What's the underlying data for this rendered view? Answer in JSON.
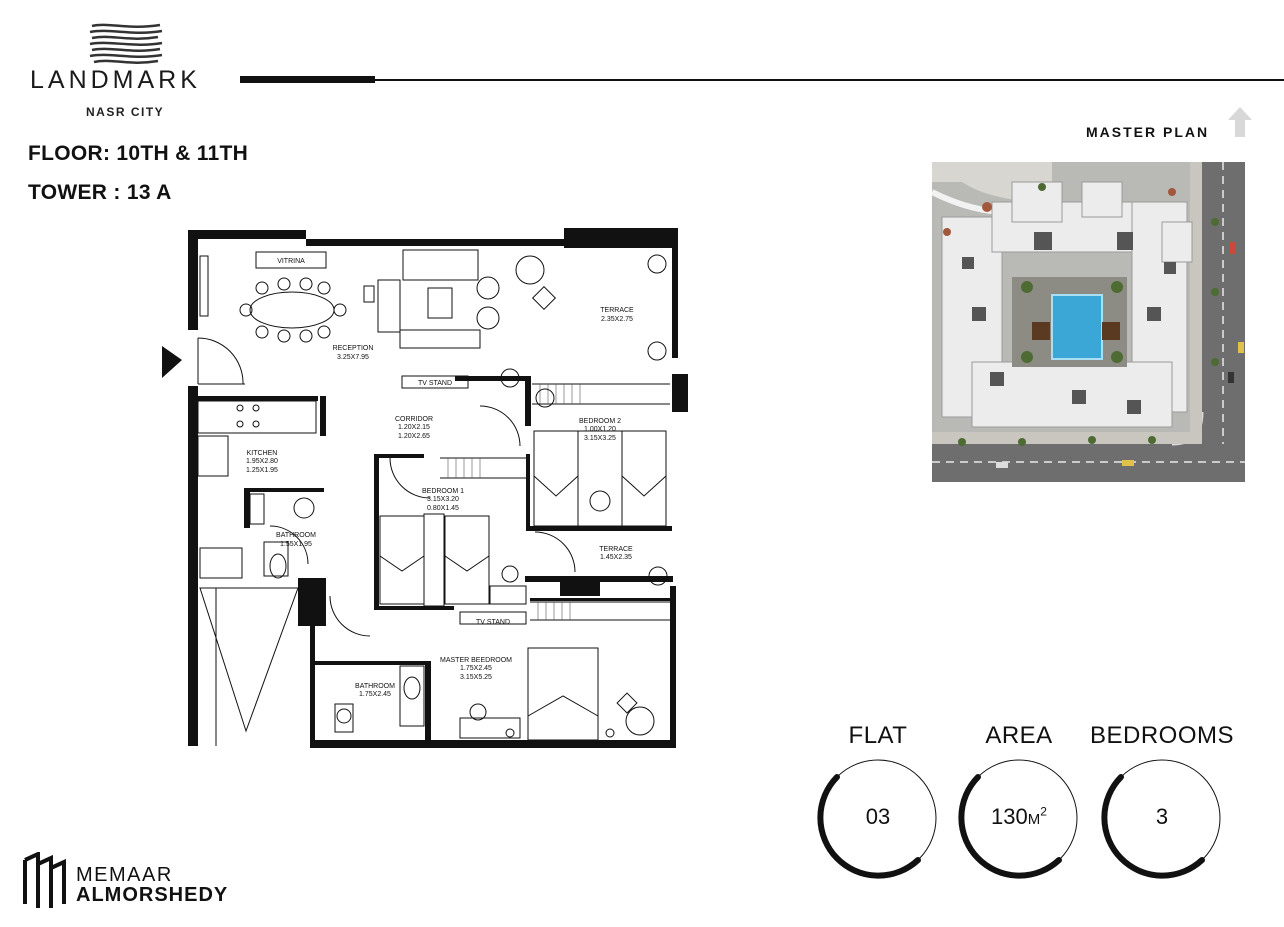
{
  "brand": {
    "name": "LANDMARK",
    "location": "NASR CITY"
  },
  "floor_label": "FLOOR: 10TH & 11TH",
  "tower_label": "TOWER : 13 A",
  "master_plan": {
    "label": "MASTER PLAN"
  },
  "rooms": {
    "vitrina": "VITRINA",
    "reception": {
      "name": "RECEPTION",
      "dims": "3.25X7.95"
    },
    "tv_stand_1": "TV STAND",
    "terrace_1": {
      "name": "TERRACE",
      "dims": "2.35X2.75"
    },
    "corridor": {
      "name": "CORRIDOR",
      "dims1": "1.20X2.15",
      "dims2": "1.20X2.65"
    },
    "bedroom_2": {
      "name": "BEDROOM 2",
      "dims1": "1.00X1.20",
      "dims2": "3.15X3.25"
    },
    "kitchen": {
      "name": "KITCHEN",
      "dims1": "1.95X2.80",
      "dims2": "1.25X1.95"
    },
    "bedroom_1": {
      "name": "BEDROOM 1",
      "dims1": "3.15X3.20",
      "dims2": "0.80X1.45"
    },
    "bathroom_1": {
      "name": "BATHROOM",
      "dims": "1.55X1.95"
    },
    "terrace_2": {
      "name": "TERRACE",
      "dims": "1.45X2.35"
    },
    "tv_stand_2": "TV STAND",
    "master_bedroom": {
      "name": "MASTER BEEDROOM",
      "dims1": "1.75X2.45",
      "dims2": "3.15X5.25"
    },
    "bathroom_2": {
      "name": "BATHROOM",
      "dims": "1.75X2.45"
    }
  },
  "stats": [
    {
      "label": "FLAT",
      "value": "03",
      "progress": 0.62
    },
    {
      "label": "AREA",
      "value": "130",
      "unit": "M",
      "unit_sup": "2",
      "progress": 0.62
    },
    {
      "label": "BEDROOMS",
      "value": "3",
      "progress": 0.62
    }
  ],
  "developer": {
    "line1": "MEMAAR",
    "line2": "ALMORSHEDY"
  },
  "colors": {
    "pool": "#3aa7d6",
    "road": "#6b6b6b",
    "ink": "#111111"
  }
}
